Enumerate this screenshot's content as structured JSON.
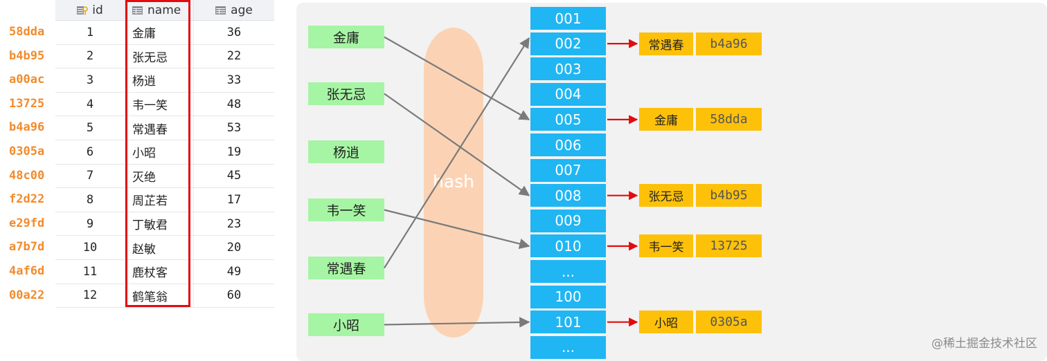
{
  "addresses": [
    "58dda",
    "b4b95",
    "a00ac",
    "13725",
    "b4a96",
    "0305a",
    "48c00",
    "f2d22",
    "e29fd",
    "a7b7d",
    "4af6d",
    "00a22"
  ],
  "table": {
    "headers": {
      "id": "id",
      "name": "name",
      "age": "age"
    },
    "rows": [
      {
        "id": "1",
        "name": "金庸",
        "age": "36"
      },
      {
        "id": "2",
        "name": "张无忌",
        "age": "22"
      },
      {
        "id": "3",
        "name": "杨逍",
        "age": "33"
      },
      {
        "id": "4",
        "name": "韦一笑",
        "age": "48"
      },
      {
        "id": "5",
        "name": "常遇春",
        "age": "53"
      },
      {
        "id": "6",
        "name": "小昭",
        "age": "19"
      },
      {
        "id": "7",
        "name": "灭绝",
        "age": "45"
      },
      {
        "id": "8",
        "name": "周芷若",
        "age": "17"
      },
      {
        "id": "9",
        "name": "丁敏君",
        "age": "23"
      },
      {
        "id": "10",
        "name": "赵敏",
        "age": "20"
      },
      {
        "id": "11",
        "name": "鹿杖客",
        "age": "49"
      },
      {
        "id": "12",
        "name": "鹤笔翁",
        "age": "60"
      }
    ]
  },
  "diagram": {
    "keys": [
      "金庸",
      "张无忌",
      "杨逍",
      "韦一笑",
      "常遇春",
      "小昭"
    ],
    "hash_label": "hash",
    "buckets": [
      "001",
      "002",
      "003",
      "004",
      "005",
      "006",
      "007",
      "008",
      "009",
      "010",
      "...",
      "100",
      "101",
      "..."
    ],
    "entries": [
      {
        "bucket": "002",
        "name": "常遇春",
        "addr": "b4a96"
      },
      {
        "bucket": "005",
        "name": "金庸",
        "addr": "58dda"
      },
      {
        "bucket": "008",
        "name": "张无忌",
        "addr": "b4b95"
      },
      {
        "bucket": "010",
        "name": "韦一笑",
        "addr": "13725"
      },
      {
        "bucket": "101",
        "name": "小昭",
        "addr": "0305a"
      }
    ],
    "links": [
      {
        "from": "金庸",
        "to": "005"
      },
      {
        "from": "张无忌",
        "to": "008"
      },
      {
        "from": "韦一笑",
        "to": "010"
      },
      {
        "from": "常遇春",
        "to": "002"
      },
      {
        "from": "小昭",
        "to": "101"
      }
    ],
    "colors": {
      "key_bg": "#a6f5a4",
      "bucket_bg": "#1fb6f3",
      "entry_bg": "#fdc10a",
      "hash_bg": "#fbd3b4",
      "highlight": "#e10b10",
      "arrow": "#7a7a7a",
      "address_text": "#f28b2c"
    }
  },
  "watermark": "@稀土掘金技术社区"
}
